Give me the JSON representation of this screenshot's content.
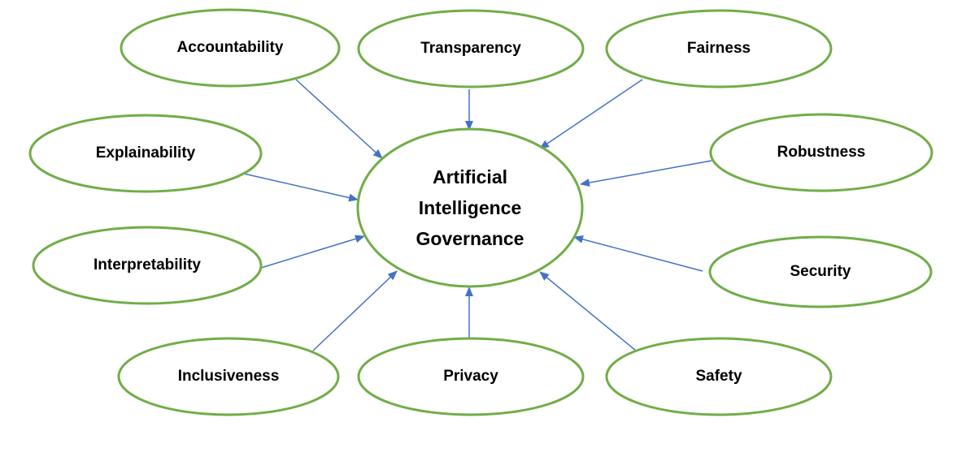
{
  "diagram": {
    "center": {
      "lines": [
        "Artificial",
        "Intelligence",
        "Governance"
      ]
    },
    "nodes": [
      {
        "id": "accountability",
        "label": "Accountability"
      },
      {
        "id": "transparency",
        "label": "Transparency"
      },
      {
        "id": "fairness",
        "label": "Fairness"
      },
      {
        "id": "explainability",
        "label": "Explainability"
      },
      {
        "id": "robustness",
        "label": "Robustness"
      },
      {
        "id": "interpretability",
        "label": "Interpretability"
      },
      {
        "id": "security",
        "label": "Security"
      },
      {
        "id": "inclusiveness",
        "label": "Inclusiveness"
      },
      {
        "id": "privacy",
        "label": "Privacy"
      },
      {
        "id": "safety",
        "label": "Safety"
      }
    ],
    "colors": {
      "ellipse_stroke": "#70ad47",
      "arrow": "#4472c4"
    }
  }
}
